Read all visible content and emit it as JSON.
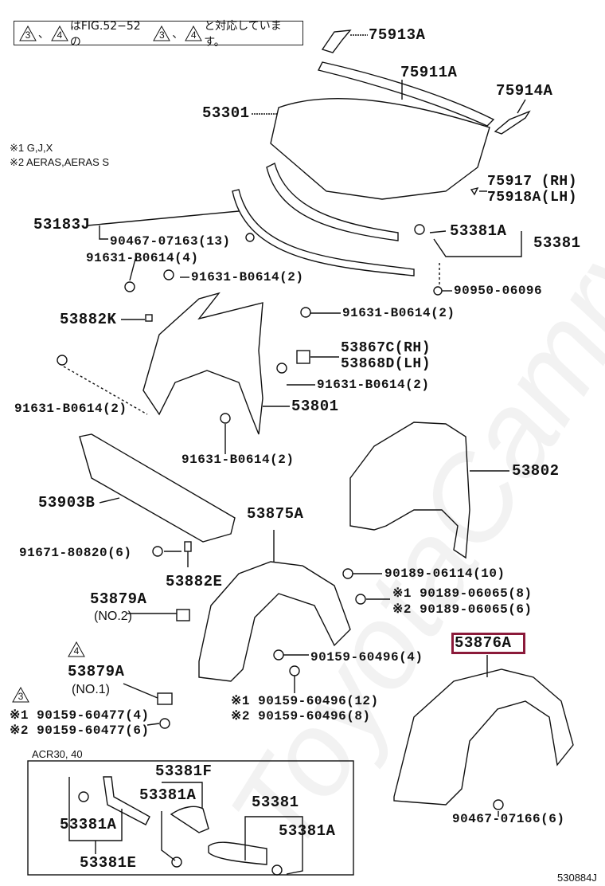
{
  "note": {
    "text_mid": "はFIG.52−52の",
    "text_end": "と対応しています。",
    "sep": "、",
    "triangles": [
      "3",
      "4",
      "3",
      "4"
    ]
  },
  "legend": [
    "※1 G,J,X",
    "※2 AERAS,AERAS S"
  ],
  "watermark": "ToyotaCamry.ru",
  "labels": {
    "p75913A": "75913A",
    "p75911A": "75911A",
    "p75914A": "75914A",
    "p53301": "53301",
    "p75917": "75917 (RH)",
    "p75918A": "75918A(LH)",
    "p53183J": "53183J",
    "p90467_07163": "90467-07163(13)",
    "p53381A_top": "53381A",
    "p53381_top": "53381",
    "p91631_4": "91631-B0614(4)",
    "p91631_2a": "91631-B0614(2)",
    "p90950": "90950-06096",
    "p53882K": "53882K",
    "p91631_2b": "91631-B0614(2)",
    "p53867C": "53867C(RH)",
    "p53868D": "53868D(LH)",
    "p91631_2c": "91631-B0614(2)",
    "p91631_2d": "91631-B0614(2)",
    "p53801": "53801",
    "p91631_2e": "91631-B0614(2)",
    "p53802": "53802",
    "p53903B": "53903B",
    "p53875A": "53875A",
    "p91671": "91671-80820(6)",
    "p53882E": "53882E",
    "p90189_06114": "90189-06114(10)",
    "p90189_06065_1": "※1 90189-06065(8)",
    "p90189_06065_2": "※2 90189-06065(6)",
    "p53879A_no2": "53879A",
    "no2": "(NO.2)",
    "p53876A": "53876A",
    "p90159_60496_4": "90159-60496(4)",
    "tri4": "4",
    "p53879A_no1": "53879A",
    "no1": "(NO.1)",
    "tri3": "3",
    "p90159_60477_1": "※1 90159-60477(4)",
    "p90159_60477_2": "※2 90159-60477(6)",
    "p90159_60496_12": "※1 90159-60496(12)",
    "p90159_60496_8": "※2 90159-60496(8)",
    "p90467_07166": "90467-07166(6)",
    "fig_code": "530884J"
  },
  "inset": {
    "title": "ACR30, 40",
    "labels": {
      "p53381F": "53381F",
      "p53381A_a": "53381A",
      "p53381": "53381",
      "p53381A_b": "53381A",
      "p53381A_c": "53381A",
      "p53381E": "53381E"
    }
  },
  "colors": {
    "highlight": "#8b1a3a",
    "line": "#111111"
  }
}
